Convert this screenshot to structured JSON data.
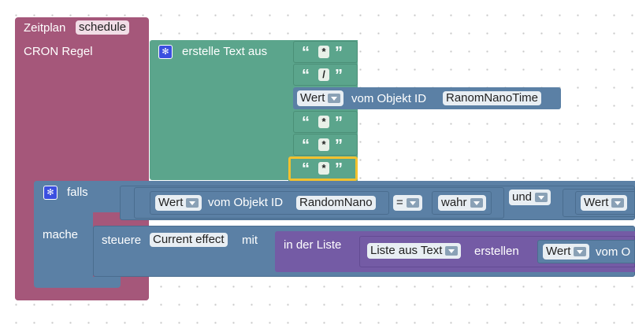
{
  "schedule_block": {
    "title": "Zeitplan",
    "name": "schedule",
    "cron_label": "CRON Regel"
  },
  "text_block": {
    "label": "erstelle Text aus",
    "items": [
      "*",
      "/",
      "*",
      "*",
      "*"
    ]
  },
  "get_value": {
    "dropdown": "Wert",
    "of_object": "vom Objekt ID",
    "object_id": "RanomNanoTime"
  },
  "if_block": {
    "label": "falls",
    "do_label": "mache",
    "cond1_dropdown": "Wert",
    "cond1_of": "vom Objekt ID",
    "cond1_object": "RandomNano",
    "op": "=",
    "compare_value": "wahr",
    "logic": "und",
    "cond2_dropdown": "Wert"
  },
  "control_block": {
    "label": "steuere",
    "target": "Current effect",
    "with": "mit"
  },
  "list_block": {
    "in_list": "in der Liste",
    "list_from": "Liste aus Text",
    "create": "erstellen",
    "inner_dropdown": "Wert",
    "inner_of": "vom O"
  },
  "colors": {
    "event": "#a5577a",
    "text": "#5ba58c",
    "object": "#5b80a5",
    "list": "#745ba5",
    "highlight": "#f2c12e"
  }
}
